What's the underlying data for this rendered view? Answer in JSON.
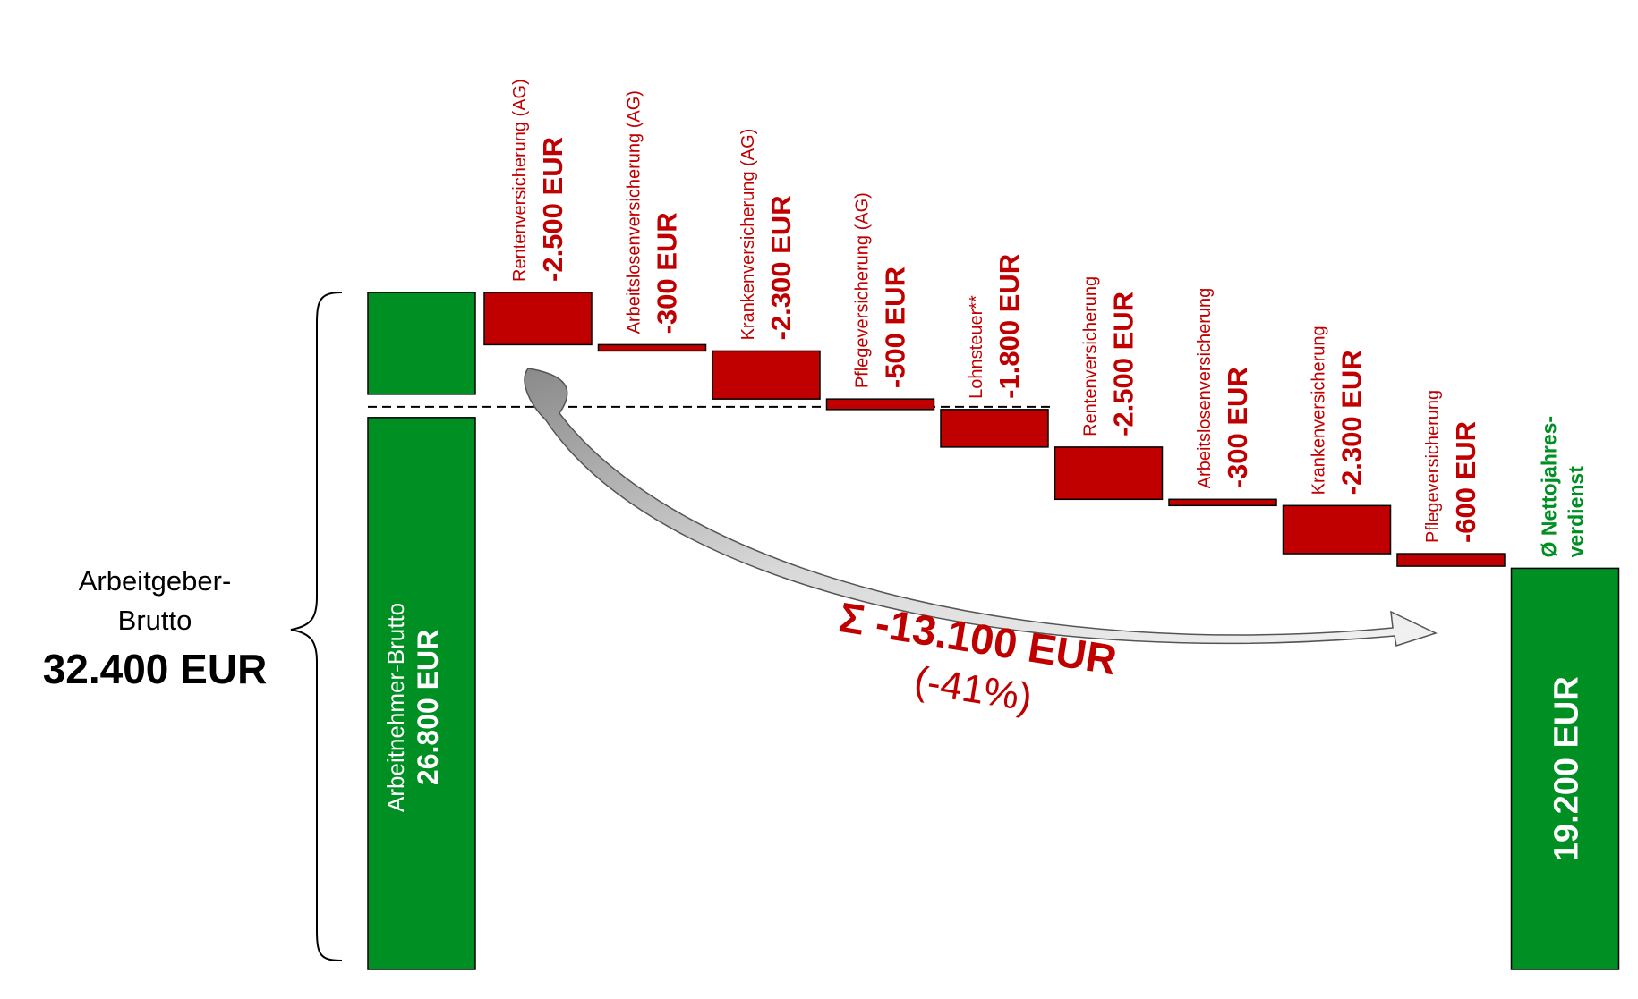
{
  "colors": {
    "green": "#008f23",
    "red": "#c00000",
    "dark": "#000000",
    "white": "#ffffff",
    "arrow": "#d4d4d4"
  },
  "chart_data": {
    "type": "bar",
    "variant": "waterfall",
    "ylim": [
      0,
      32400
    ],
    "employer_gross": {
      "label_line1": "Arbeitgeber-",
      "label_line2": "Brutto",
      "value_text": "32.400 EUR",
      "value": 32400
    },
    "employee_gross": {
      "label": "Arbeitnehmer-Brutto",
      "value_text": "26.800 EUR",
      "value": 26800
    },
    "deductions": [
      {
        "name": "Rentenversicherung (AG)",
        "amount_text": "-2.500 EUR",
        "value": -2500
      },
      {
        "name": "Arbeitslosenversicherung (AG)",
        "amount_text": "-300 EUR",
        "value": -300
      },
      {
        "name": "Krankenversicherung (AG)",
        "amount_text": "-2.300 EUR",
        "value": -2300
      },
      {
        "name": "Pflegeversicherung (AG)",
        "amount_text": "-500 EUR",
        "value": -500
      },
      {
        "name": "Lohnsteuer**",
        "amount_text": "-1.800 EUR",
        "value": -1800
      },
      {
        "name": "Rentenversicherung",
        "amount_text": "-2.500 EUR",
        "value": -2500
      },
      {
        "name": "Arbeitslosenversicherung",
        "amount_text": "-300 EUR",
        "value": -300
      },
      {
        "name": "Krankenversicherung",
        "amount_text": "-2.300 EUR",
        "value": -2300
      },
      {
        "name": "Pflegeversicherung",
        "amount_text": "-600 EUR",
        "value": -600
      }
    ],
    "net": {
      "label_line1": "Ø Nettojahres-",
      "label_line2": "verdienst",
      "value_text": "19.200 EUR",
      "value": 19200
    },
    "summary": {
      "sum_text": "Σ -13.100 EUR",
      "percent_text": "(-41%)"
    }
  }
}
